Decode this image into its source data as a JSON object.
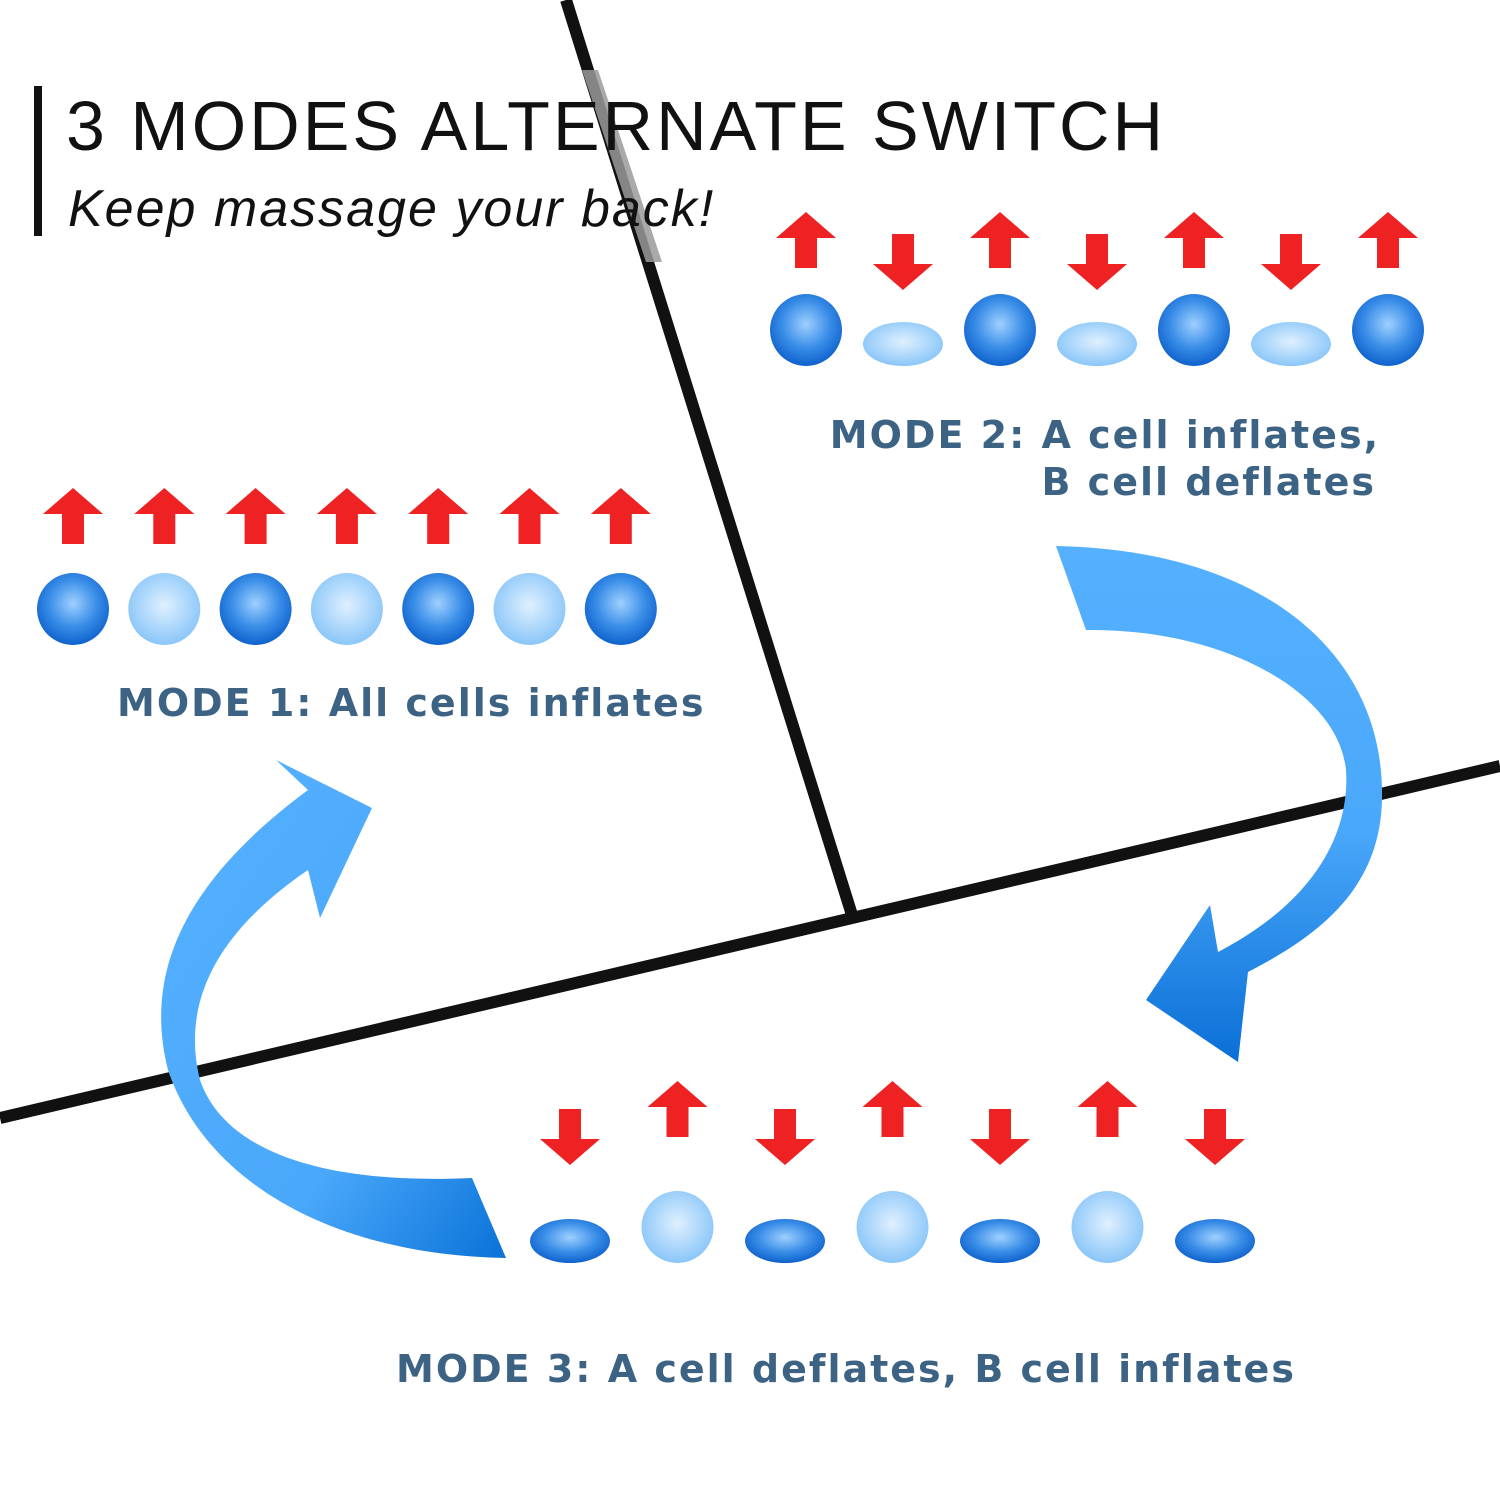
{
  "header": {
    "title": "3 MODES ALTERNATE SWITCH",
    "subtitle": "Keep massage your back!"
  },
  "colors": {
    "arrow_red": "#ee2222",
    "cell_dark": "#1469d2",
    "cell_light": "#8cc8fa",
    "flow_arrow": "#4aa8fa",
    "label_text": "#3d6384",
    "divider": "#111111"
  },
  "modes": [
    {
      "label_lines": [
        "MODE 1: All cells inflates"
      ],
      "cells": [
        "dark",
        "light",
        "dark",
        "light",
        "dark",
        "light",
        "dark"
      ],
      "cell_shapes": [
        "round",
        "round",
        "round",
        "round",
        "round",
        "round",
        "round"
      ],
      "arrows": [
        "up",
        "up",
        "up",
        "up",
        "up",
        "up",
        "up"
      ]
    },
    {
      "label_lines": [
        "MODE 2: A cell inflates,",
        "B cell deflates"
      ],
      "cells": [
        "dark",
        "light",
        "dark",
        "light",
        "dark",
        "light",
        "dark"
      ],
      "cell_shapes": [
        "round",
        "flat",
        "round",
        "flat",
        "round",
        "flat",
        "round"
      ],
      "arrows": [
        "up",
        "down",
        "up",
        "down",
        "up",
        "down",
        "up"
      ]
    },
    {
      "label_lines": [
        "MODE 3: A cell deflates, B cell inflates"
      ],
      "cells": [
        "dark",
        "light",
        "dark",
        "light",
        "dark",
        "light",
        "dark"
      ],
      "cell_shapes": [
        "flat",
        "round",
        "flat",
        "round",
        "flat",
        "round",
        "flat"
      ],
      "arrows": [
        "down",
        "up",
        "down",
        "up",
        "down",
        "up",
        "down"
      ]
    }
  ]
}
